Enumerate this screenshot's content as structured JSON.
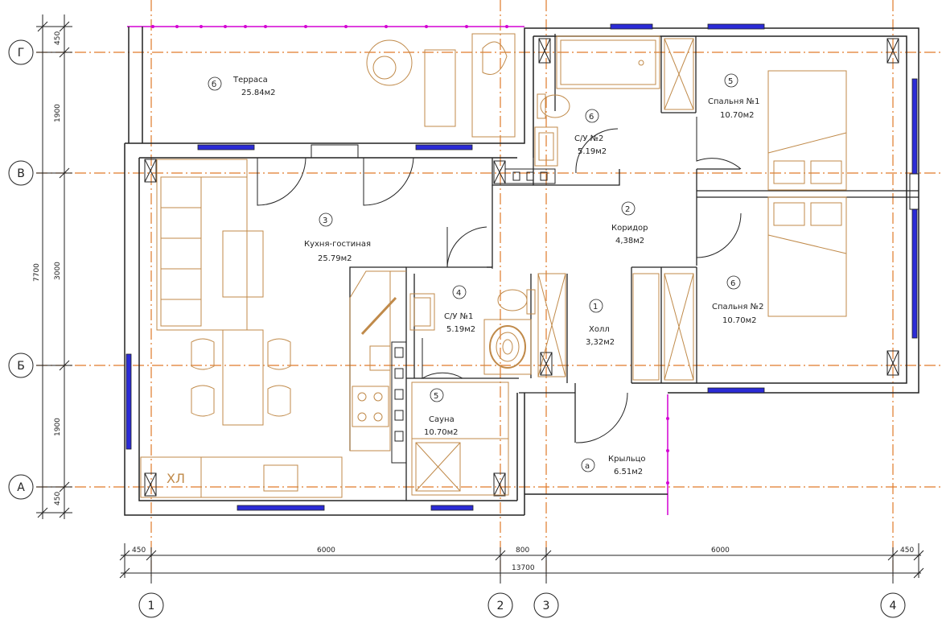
{
  "axes": {
    "horizontal": [
      "Г",
      "В",
      "Б",
      "А"
    ],
    "vertical": [
      "1",
      "2",
      "3",
      "4"
    ]
  },
  "dimensions": {
    "left": {
      "d1": "450",
      "d2": "1900",
      "d3": "3000",
      "d4": "1900",
      "d5": "450",
      "total": "7700"
    },
    "bottom": {
      "d1": "450",
      "d2": "6000",
      "d3": "800",
      "d4": "6000",
      "d5": "450",
      "total": "13700"
    }
  },
  "rooms": [
    {
      "num": "б",
      "name": "Терраса",
      "area": "25.84м2"
    },
    {
      "num": "3",
      "name": "Кухня-гостиная",
      "area": "25.79м2"
    },
    {
      "num": "6",
      "name": "С/У №2",
      "area": "5.19м2"
    },
    {
      "num": "2",
      "name": "Коридор",
      "area": "4,38м2"
    },
    {
      "num": "5",
      "name": "Спальня №1",
      "area": "10.70м2"
    },
    {
      "num": "6",
      "name": "Спальня №2",
      "area": "10.70м2"
    },
    {
      "num": "4",
      "name": "С/У №1",
      "area": "5.19м2"
    },
    {
      "num": "1",
      "name": "Холл",
      "area": "3,32м2"
    },
    {
      "num": "5",
      "name": "Сауна",
      "area": "10.70м2"
    },
    {
      "num": "а",
      "name": "Крыльцо",
      "area": "6.51м2"
    }
  ],
  "labels": {
    "fridge": "ХЛ"
  },
  "colors": {
    "wall": "#222222",
    "axis": "#e07a2a",
    "furniture": "#c08a4a",
    "window": "#2b2bd6",
    "terrace": "#d400d4"
  }
}
